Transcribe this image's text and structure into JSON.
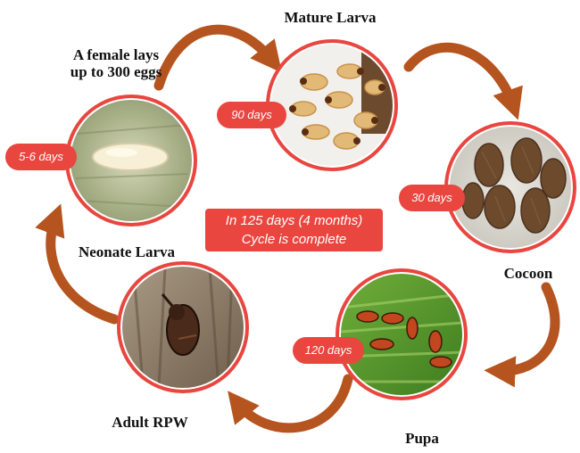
{
  "stages": {
    "egg": {
      "label_line1": "A female lays",
      "label_line2": "up to 300 eggs",
      "days": "5-6 days"
    },
    "mature_larva": {
      "label": "Mature Larva",
      "days": "90 days"
    },
    "cocoon": {
      "label": "Cocoon",
      "days": "30 days"
    },
    "pupa": {
      "label": "Pupa",
      "days": "120 days"
    },
    "adult": {
      "label": "Adult RPW"
    },
    "neonate": {
      "label": "Neonate Larva"
    }
  },
  "center": {
    "line1": "In 125 days (4 months)",
    "line2": "Cycle is complete"
  },
  "colors": {
    "ring": "#e8463f",
    "arrow": "#b5541f",
    "badge": "#e8463f"
  }
}
